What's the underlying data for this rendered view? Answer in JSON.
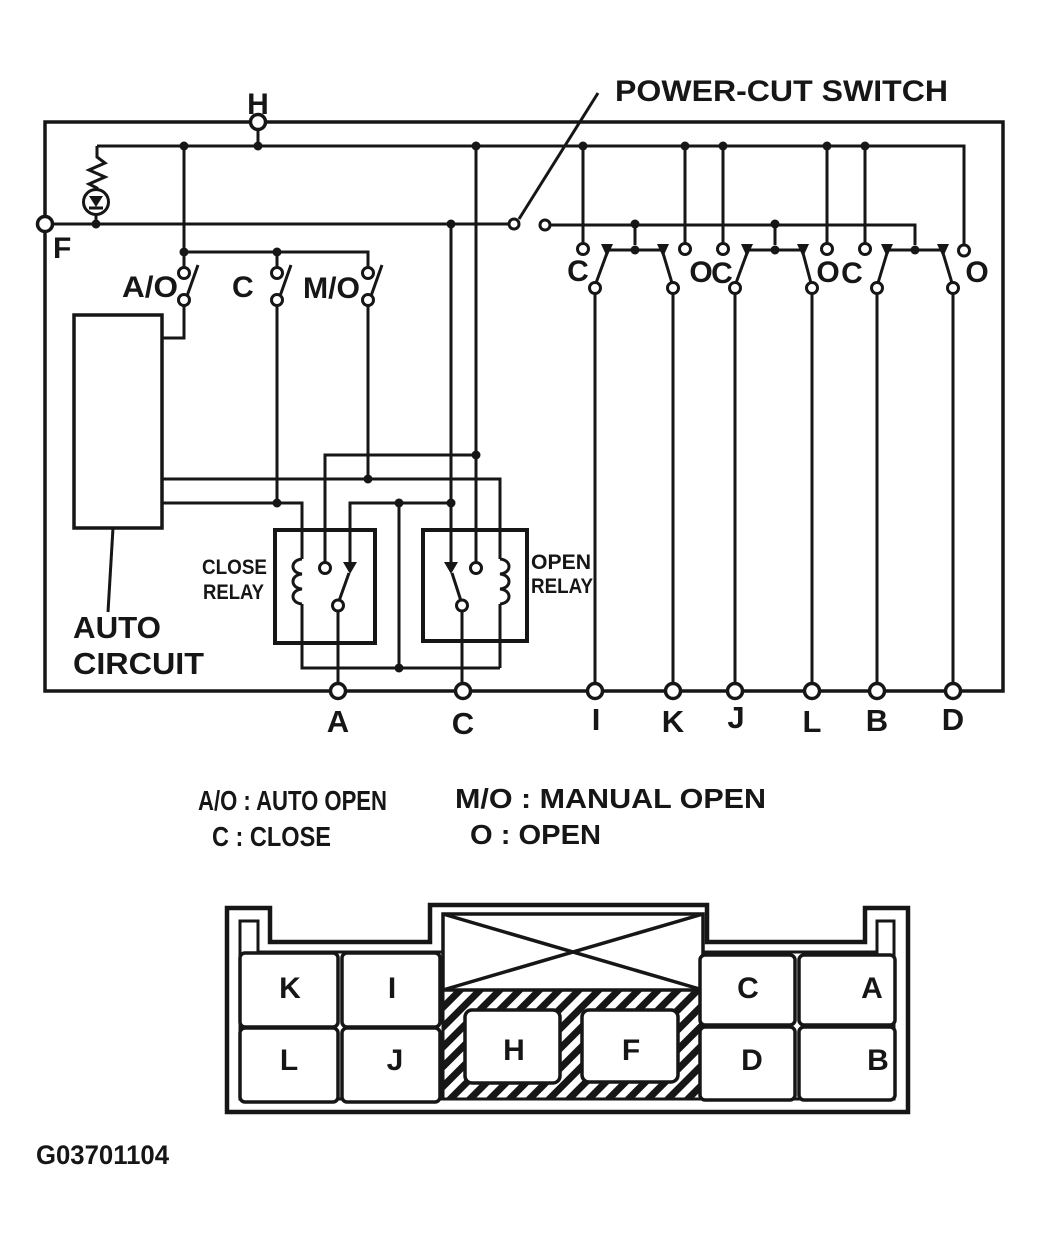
{
  "colors": {
    "ink": "#161616",
    "paper": "#ffffff"
  },
  "figure_code": "G03701104",
  "title_label": "POWER-CUT SWITCH",
  "terminals": {
    "top": "H",
    "left": "F",
    "bottom": [
      "A",
      "C",
      "I",
      "K",
      "J",
      "L",
      "B",
      "D"
    ]
  },
  "switches": {
    "auto_open": "A/O",
    "close": "C",
    "manual_open": "M/O"
  },
  "rocker_contacts": [
    "C",
    "O",
    "C",
    "O",
    "C",
    "O"
  ],
  "blocks": {
    "auto_circuit": [
      "AUTO",
      "CIRCUIT"
    ],
    "close_relay": [
      "CLOSE",
      "RELAY"
    ],
    "open_relay": [
      "OPEN",
      "RELAY"
    ]
  },
  "legend": [
    "A/O : AUTO OPEN",
    "M/O : MANUAL OPEN",
    "C : CLOSE",
    "O : OPEN"
  ],
  "connector": {
    "left_top": [
      "K",
      "I"
    ],
    "left_bottom": [
      "L",
      "J"
    ],
    "center_bottom": [
      "H",
      "F"
    ],
    "right_top": [
      "C",
      "A"
    ],
    "right_bottom": [
      "D",
      "B"
    ]
  }
}
